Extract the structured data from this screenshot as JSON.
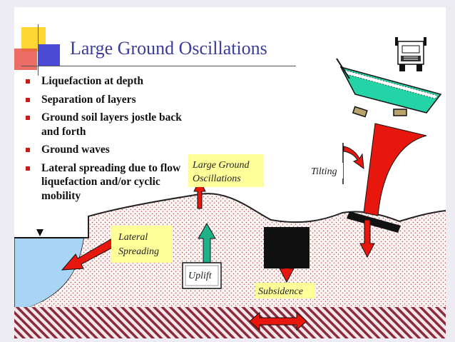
{
  "slide": {
    "title": "Large Ground Oscillations",
    "bullets": [
      "Liquefaction at depth",
      "Separation of layers",
      "Ground soil layers jostle back and forth",
      "Ground waves",
      "Lateral spreading due to flow liquefaction and/or cyclic mobility"
    ]
  },
  "diagram": {
    "labels": {
      "large_ground_1": "Large Ground",
      "large_ground_2": "Oscillations",
      "tilting": "Tilting",
      "lateral_1": "Lateral",
      "lateral_2": "Spreading",
      "uplift": "Uplift",
      "subsidence": "Subsidence"
    }
  },
  "colors": {
    "title": "#3b3b9a",
    "arrow_red": "#e8170e",
    "arrow_green": "#1fb28a",
    "water": "#a8d4f5",
    "label_bg": "#ffff99",
    "soil_dots": "#d43a3a",
    "deep_layer": "#8a2a3a",
    "tray": "#22d4a6"
  },
  "icons": {
    "truck": "truck-icon",
    "water_level": "water-level-triangle-icon"
  }
}
